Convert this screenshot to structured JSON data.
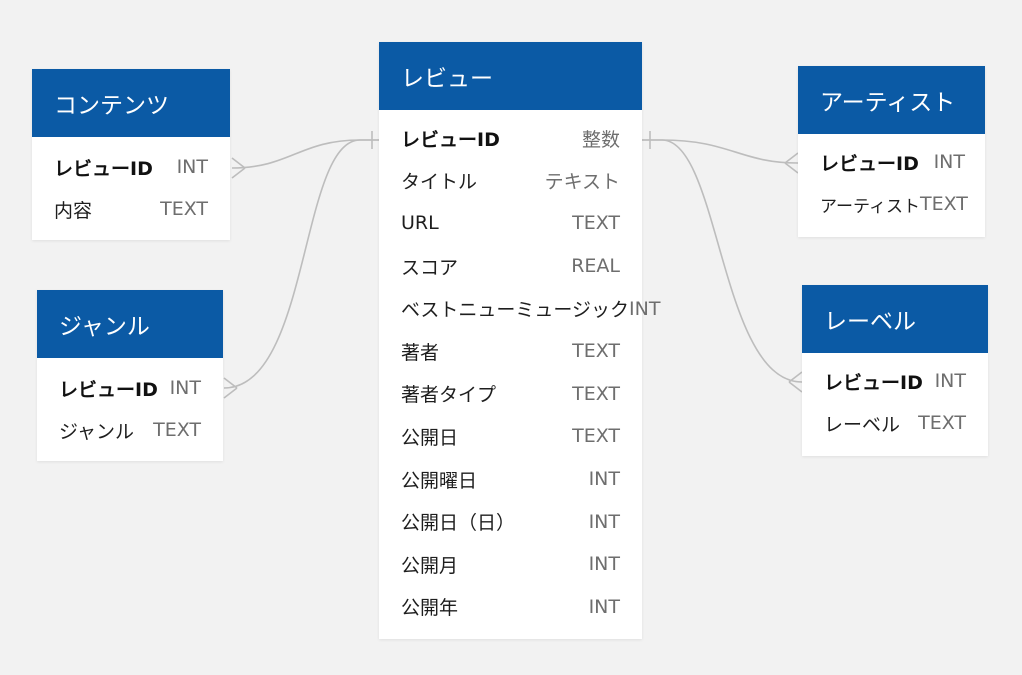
{
  "theme": {
    "header_color": "#0b5aa5",
    "background": "#f2f2f2",
    "connector_color": "#bdbdbd"
  },
  "entities": {
    "reviews": {
      "title": "レビュー",
      "fields": [
        {
          "name": "レビューID",
          "type": "整数"
        },
        {
          "name": "タイトル",
          "type": "テキスト"
        },
        {
          "name": "URL",
          "type": "TEXT"
        },
        {
          "name": "スコア",
          "type": "REAL"
        },
        {
          "name": "ベストニューミュージック",
          "type": "INT"
        },
        {
          "name": "著者",
          "type": "TEXT"
        },
        {
          "name": "著者タイプ",
          "type": "TEXT"
        },
        {
          "name": "公開日",
          "type": "TEXT"
        },
        {
          "name": "公開曜日",
          "type": "INT"
        },
        {
          "name": "公開日（日）",
          "type": "INT"
        },
        {
          "name": "公開月",
          "type": "INT"
        },
        {
          "name": "公開年",
          "type": "INT"
        }
      ]
    },
    "content": {
      "title": "コンテンツ",
      "fields": [
        {
          "name": "レビューID",
          "type": "INT"
        },
        {
          "name": "内容",
          "type": "TEXT"
        }
      ]
    },
    "genres": {
      "title": "ジャンル",
      "fields": [
        {
          "name": "レビューID",
          "type": "INT"
        },
        {
          "name": "ジャンル",
          "type": "TEXT"
        }
      ]
    },
    "artists": {
      "title": "アーティスト",
      "fields": [
        {
          "name": "レビューID",
          "type": "INT"
        },
        {
          "name": "アーティスト",
          "type": "TEXT"
        }
      ]
    },
    "labels": {
      "title": "レーベル",
      "fields": [
        {
          "name": "レビューID",
          "type": "INT"
        },
        {
          "name": "レーベル",
          "type": "TEXT"
        }
      ]
    }
  },
  "relationships": [
    {
      "from": "reviews",
      "to": "content",
      "cardinality": "one-to-many"
    },
    {
      "from": "reviews",
      "to": "genres",
      "cardinality": "one-to-many"
    },
    {
      "from": "reviews",
      "to": "artists",
      "cardinality": "one-to-many"
    },
    {
      "from": "reviews",
      "to": "labels",
      "cardinality": "one-to-many"
    }
  ]
}
